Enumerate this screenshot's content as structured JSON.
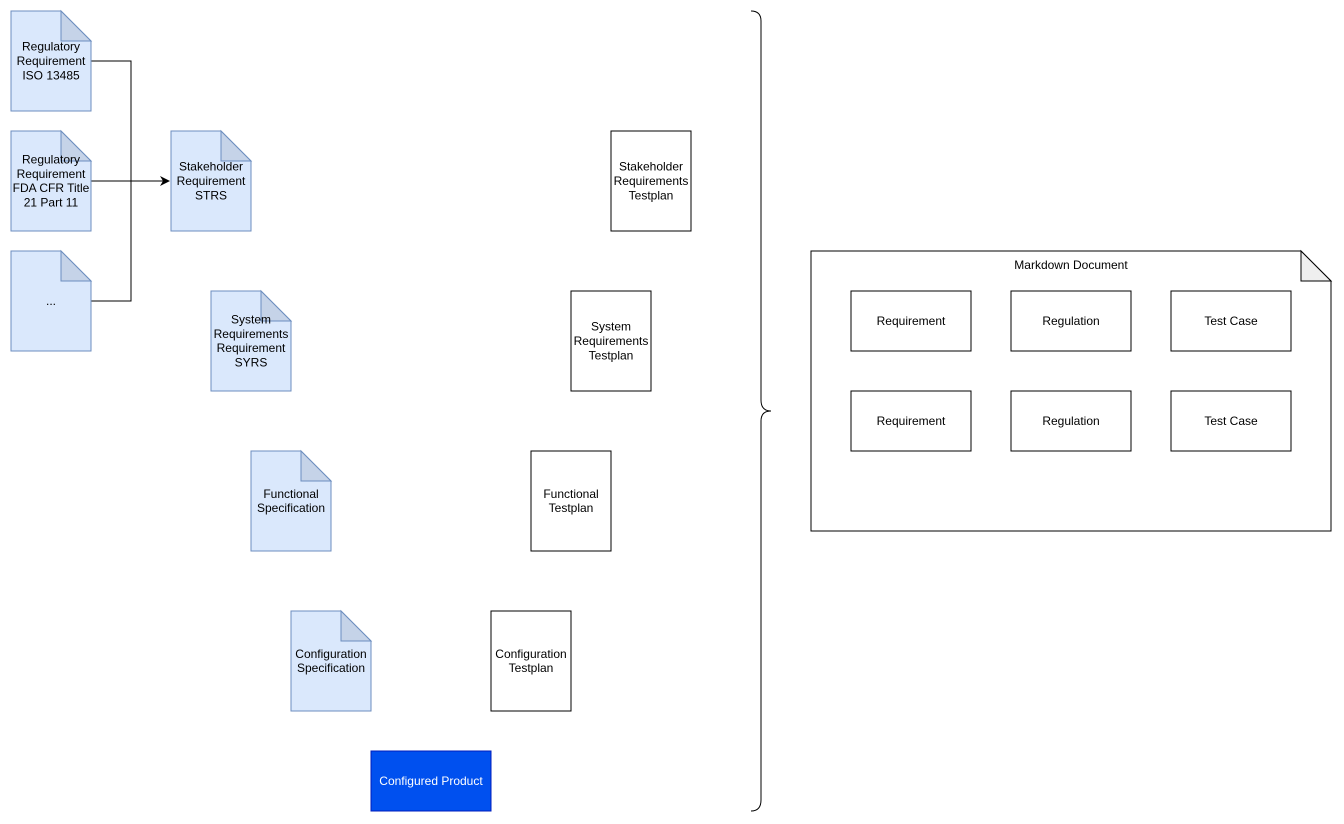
{
  "colors": {
    "doc_fill": "#dae8fc",
    "doc_stroke": "#6c8ebf",
    "doc_fold": "#c5d3e8",
    "plain_stroke": "#000000",
    "product_fill": "#0050ef",
    "product_stroke": "#001dbc",
    "product_text": "#ffffff",
    "markdown_fold": "#efefef"
  },
  "regulatory": {
    "iso": [
      "Regulatory",
      "Requirement",
      "ISO 13485"
    ],
    "fda": [
      "Regulatory",
      "Requirement",
      "FDA CFR Title",
      "21 Part 11"
    ],
    "other": [
      "..."
    ]
  },
  "specifications": {
    "strs": [
      "Stakeholder",
      "Requirement",
      "STRS"
    ],
    "syrs": [
      "System",
      "Requirements",
      "Requirement",
      "SYRS"
    ],
    "functional": [
      "Functional",
      "Specification"
    ],
    "configuration": [
      "Configuration",
      "Specification"
    ]
  },
  "testplans": {
    "stakeholder": [
      "Stakeholder",
      "Requirements",
      "Testplan"
    ],
    "system": [
      "System",
      "Requirements",
      "Testplan"
    ],
    "functional": [
      "Functional",
      "Testplan"
    ],
    "configuration": [
      "Configuration",
      "Testplan"
    ]
  },
  "product": {
    "label": "Configured Product"
  },
  "markdown": {
    "title": "Markdown Document",
    "rows": [
      [
        "Requirement",
        "Regulation",
        "Test Case"
      ],
      [
        "Requirement",
        "Regulation",
        "Test Case"
      ]
    ]
  }
}
